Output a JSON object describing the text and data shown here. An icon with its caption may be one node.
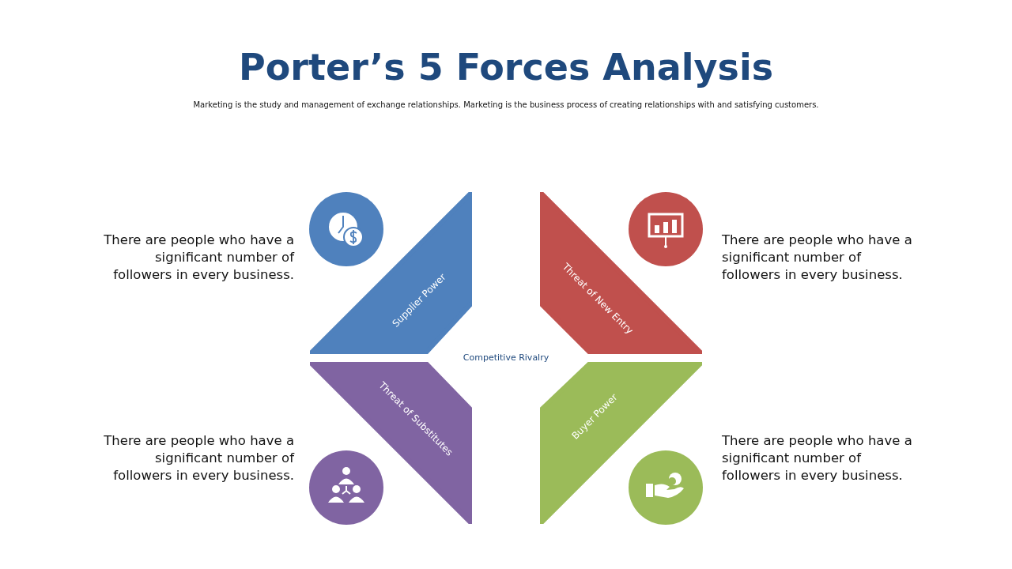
{
  "diagram": {
    "title": "Porter’s 5 Forces Analysis",
    "nodes": [
      {
        "text": [
          "Supplier Power"
        ]
      },
      {
        "text": [
          "Threat of New Entry"
        ]
      },
      {
        "text": [
          "Threat of Substitutes"
        ]
      },
      {
        "text": [
          "Buyer Power"
        ]
      }
    ],
    "labels": [
      "Marketing is the study and management of exchange relationships. Marketing is the business process of creating relationships with and satisfying customers.",
      "There are people who have a significant number of followers in every business.",
      "There are people who have a significant number of followers in every business.",
      "Competitive Rivalry",
      "There are people who have a significant number of followers in every business.",
      "There are people who have a significant number of followers in every business."
    ]
  }
}
